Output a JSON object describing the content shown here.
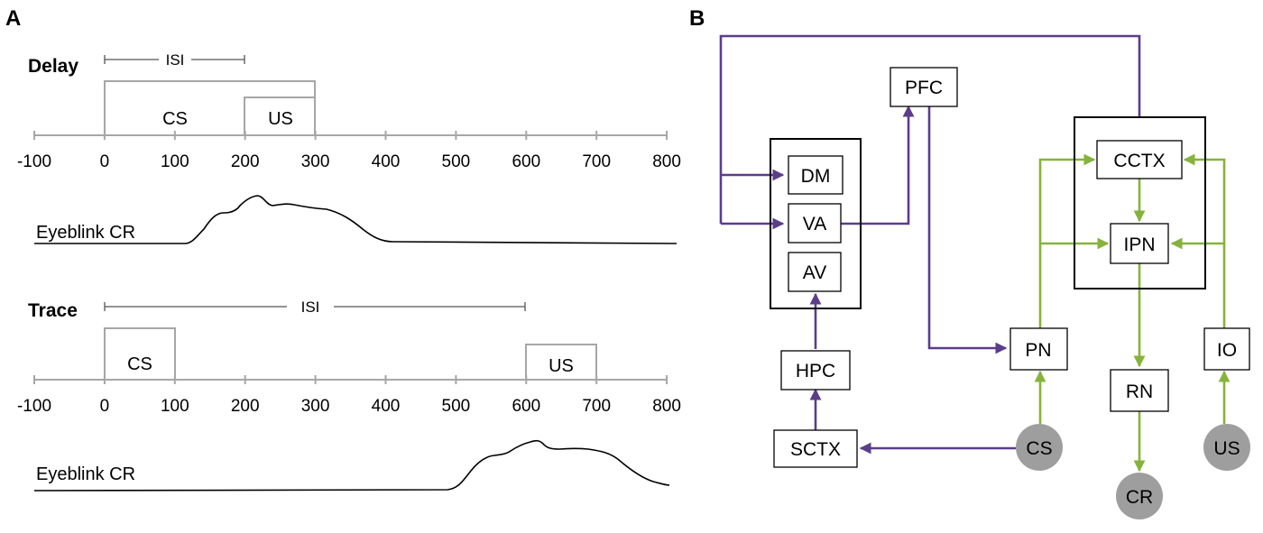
{
  "panel_a": {
    "letter": "A",
    "axis_ticks": [
      "-100",
      "0",
      "100",
      "200",
      "300",
      "400",
      "500",
      "600",
      "700",
      "800"
    ],
    "delay": {
      "title": "Delay",
      "isi_label": "ISI",
      "cs_label": "CS",
      "us_label": "US",
      "cr_label": "Eyeblink CR"
    },
    "trace": {
      "title": "Trace",
      "isi_label": "ISI",
      "cs_label": "CS",
      "us_label": "US",
      "cr_label": "Eyeblink CR"
    }
  },
  "panel_b": {
    "letter": "B",
    "nodes": {
      "pfc": "PFC",
      "dm": "DM",
      "va": "VA",
      "av": "AV",
      "hpc": "HPC",
      "sctx": "SCTX",
      "cctx": "CCTX",
      "ipn": "IPN",
      "pn": "PN",
      "rn": "RN",
      "io": "IO",
      "cs": "CS",
      "us": "US",
      "cr": "CR"
    },
    "colors": {
      "forebrain_pathway": "#5b3d8a",
      "cerebellar_pathway": "#86b33c",
      "stimulus_node": "#9e9e9e"
    }
  }
}
